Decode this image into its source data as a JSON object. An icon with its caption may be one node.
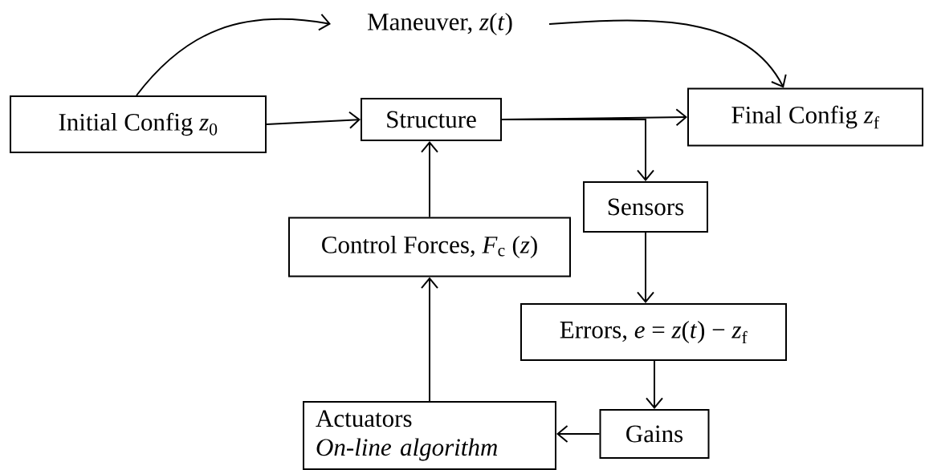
{
  "diagram": {
    "nodes": [
      {
        "text": [
          "Initial Config *z*$_{0}$"
        ]
      },
      {
        "text": [
          "Structure"
        ]
      },
      {
        "text": [
          "Final Config *z*$_{f}$"
        ]
      },
      {
        "text": [
          "Maneuver, *z*(*t*)"
        ]
      },
      {
        "text": [
          "Sensors"
        ]
      },
      {
        "text": [
          "Control Forces, *F*$_{c}$ (*z*)"
        ]
      },
      {
        "text": [
          "Errors, *e* = *z*(*t*) − *z*$_{f}$"
        ]
      },
      {
        "text": [
          "Gains"
        ]
      },
      {
        "text": [
          "Actuators",
          "On-line algorithm"
        ]
      }
    ],
    "edges": [
      {
        "from": 0,
        "to": 1,
        "arrow": "to"
      },
      {
        "from": 1,
        "to": 2,
        "arrow": "to"
      },
      {
        "from": 1,
        "to": 4,
        "arrow": "to"
      },
      {
        "from": 4,
        "to": 6,
        "arrow": "to"
      },
      {
        "from": 6,
        "to": 7,
        "arrow": "to"
      },
      {
        "from": 7,
        "to": 8,
        "arrow": "to"
      },
      {
        "from": 8,
        "to": 5,
        "arrow": "to"
      },
      {
        "from": 5,
        "to": 1,
        "arrow": "to"
      },
      {
        "from": 0,
        "to": 3,
        "arrow": "to"
      },
      {
        "from": 3,
        "to": 2,
        "arrow": "to"
      }
    ]
  }
}
